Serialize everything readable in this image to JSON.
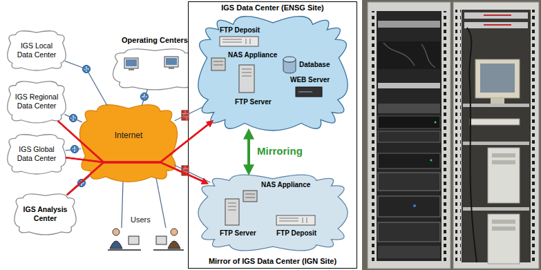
{
  "diagram": {
    "nodes": [
      {
        "text": [
          "IGS Local Data Center"
        ]
      },
      {
        "text": [
          "IGS Regional Data Center"
        ]
      },
      {
        "text": [
          "IGS Global Data Center"
        ]
      },
      {
        "text": [
          "IGS Analysis Center"
        ]
      },
      {
        "text": [
          "Operating Centers"
        ]
      },
      {
        "text": [
          "Internet"
        ]
      },
      {
        "text": [
          "IGS Data Center (ENSG Site)",
          "Mirror of IGS Data Center (IGN Site)"
        ]
      },
      {
        "text": [
          "FTP Deposit",
          "NAS Appliance",
          "Database",
          "WEB Server",
          "FTP Server"
        ],
        "in": 6
      },
      {
        "text": [
          "NAS Appliance",
          "FTP Server",
          "FTP Deposit"
        ],
        "in": 6
      }
    ],
    "edges": [
      {
        "from": 0,
        "to": 5,
        "arrow": "none"
      },
      {
        "from": 1,
        "to": 5,
        "arrow": "none"
      },
      {
        "from": 2,
        "to": 5,
        "arrow": "none"
      },
      {
        "from": 3,
        "to": 5,
        "arrow": "none"
      },
      {
        "from": 4,
        "to": 5,
        "arrow": "none"
      },
      {
        "from": 5,
        "to": 7,
        "arrow": "none"
      },
      {
        "from": 5,
        "to": 8,
        "arrow": "none"
      },
      {
        "from": 1,
        "to": 7,
        "arrow": "to"
      },
      {
        "from": 1,
        "to": 8,
        "arrow": "to"
      },
      {
        "from": 2,
        "to": 7,
        "arrow": "to"
      },
      {
        "from": 2,
        "to": 8,
        "arrow": "to"
      },
      {
        "from": 3,
        "to": 7,
        "arrow": "to"
      },
      {
        "from": 3,
        "to": 8,
        "arrow": "to"
      },
      {
        "from": 7,
        "to": 8,
        "label": "Mirroring",
        "arrow": "both"
      }
    ],
    "labels": [
      "Users"
    ]
  }
}
